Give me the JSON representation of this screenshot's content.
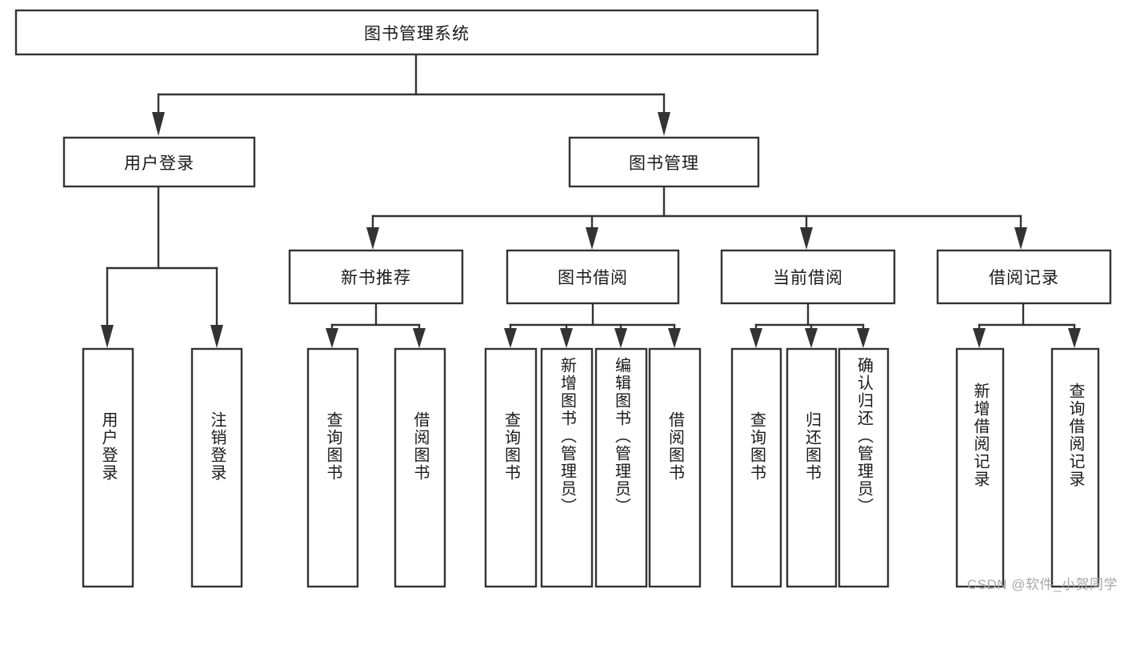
{
  "diagram": {
    "type": "tree",
    "title": "图书管理系统",
    "watermark": "CSDN @软件_小贺同学",
    "colors": {
      "stroke": "#333333",
      "fill": "#ffffff",
      "text": "#1a1a1a",
      "watermark": "#a8a8a8"
    },
    "nodes": {
      "root": {
        "label": "图书管理系统",
        "orientation": "horizontal"
      },
      "level1": [
        {
          "id": "user-login",
          "label": "用户登录",
          "orientation": "horizontal"
        },
        {
          "id": "book-manage",
          "label": "图书管理",
          "orientation": "horizontal"
        }
      ],
      "level2": [
        {
          "id": "new-book-recommend",
          "label": "新书推荐",
          "orientation": "horizontal"
        },
        {
          "id": "book-borrow",
          "label": "图书借阅",
          "orientation": "horizontal"
        },
        {
          "id": "current-borrow",
          "label": "当前借阅",
          "orientation": "horizontal"
        },
        {
          "id": "borrow-record",
          "label": "借阅记录",
          "orientation": "horizontal"
        }
      ],
      "leaves": [
        {
          "id": "leaf-user-login",
          "label": "用户登录",
          "orientation": "vertical",
          "parent": "user-login"
        },
        {
          "id": "leaf-logout-login",
          "label": "注销登录",
          "orientation": "vertical",
          "parent": "user-login"
        },
        {
          "id": "leaf-query-book-1",
          "label": "查询图书",
          "orientation": "vertical",
          "parent": "new-book-recommend"
        },
        {
          "id": "leaf-borrow-book-1",
          "label": "借阅图书",
          "orientation": "vertical",
          "parent": "new-book-recommend"
        },
        {
          "id": "leaf-query-book-2",
          "label": "查询图书",
          "orientation": "vertical",
          "parent": "book-borrow"
        },
        {
          "id": "leaf-add-book",
          "label": "新增图书（管理员）",
          "orientation": "vertical",
          "parent": "book-borrow"
        },
        {
          "id": "leaf-edit-book",
          "label": "编辑图书（管理员）",
          "orientation": "vertical",
          "parent": "book-borrow"
        },
        {
          "id": "leaf-borrow-book-2",
          "label": "借阅图书",
          "orientation": "vertical",
          "parent": "book-borrow"
        },
        {
          "id": "leaf-query-book-3",
          "label": "查询图书",
          "orientation": "vertical",
          "parent": "current-borrow"
        },
        {
          "id": "leaf-return-book",
          "label": "归还图书",
          "orientation": "vertical",
          "parent": "current-borrow"
        },
        {
          "id": "leaf-confirm-return",
          "label": "确认归还（管理员）",
          "orientation": "vertical",
          "parent": "current-borrow"
        },
        {
          "id": "leaf-add-record",
          "label": "新增借阅记录",
          "orientation": "vertical",
          "parent": "borrow-record"
        },
        {
          "id": "leaf-query-record",
          "label": "查询借阅记录",
          "orientation": "vertical",
          "parent": "borrow-record"
        }
      ]
    },
    "edges": [
      {
        "from": "图书管理系统",
        "to": "用户登录"
      },
      {
        "from": "图书管理系统",
        "to": "图书管理"
      },
      {
        "from": "图书管理",
        "to": "新书推荐"
      },
      {
        "from": "图书管理",
        "to": "图书借阅"
      },
      {
        "from": "图书管理",
        "to": "当前借阅"
      },
      {
        "from": "图书管理",
        "to": "借阅记录"
      },
      {
        "from": "用户登录",
        "to": "用户登录"
      },
      {
        "from": "用户登录",
        "to": "注销登录"
      },
      {
        "from": "新书推荐",
        "to": "查询图书"
      },
      {
        "from": "新书推荐",
        "to": "借阅图书"
      },
      {
        "from": "图书借阅",
        "to": "查询图书"
      },
      {
        "from": "图书借阅",
        "to": "新增图书（管理员）"
      },
      {
        "from": "图书借阅",
        "to": "编辑图书（管理员）"
      },
      {
        "from": "图书借阅",
        "to": "借阅图书"
      },
      {
        "from": "当前借阅",
        "to": "查询图书"
      },
      {
        "from": "当前借阅",
        "to": "归还图书"
      },
      {
        "from": "当前借阅",
        "to": "确认归还（管理员）"
      },
      {
        "from": "借阅记录",
        "to": "新增借阅记录"
      },
      {
        "from": "借阅记录",
        "to": "查询借阅记录"
      }
    ]
  }
}
